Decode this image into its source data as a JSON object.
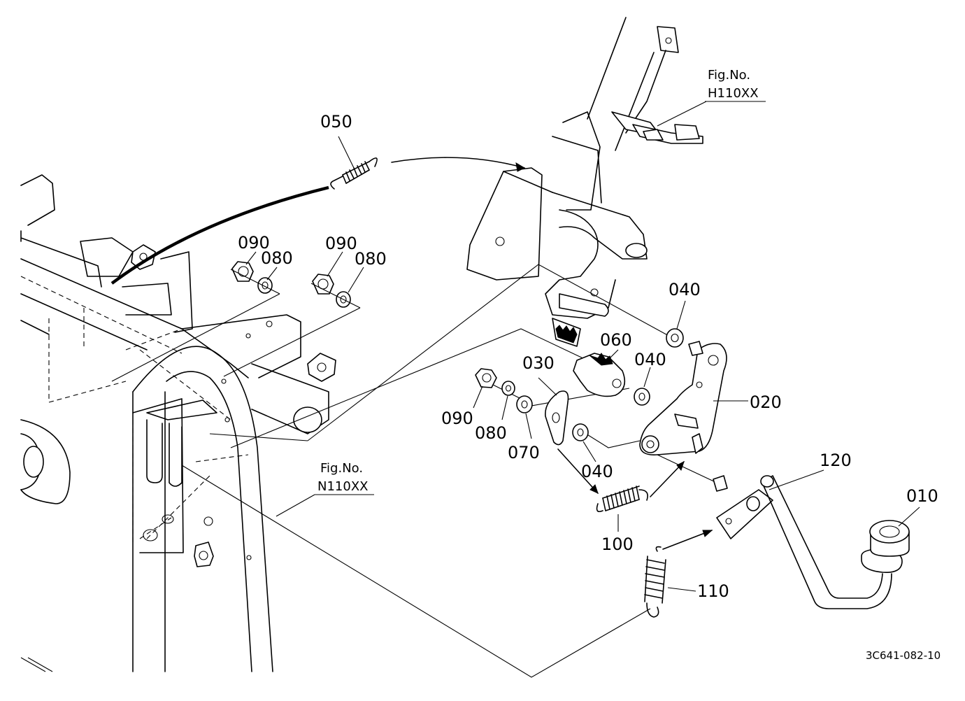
{
  "part_labels": {
    "p010": "010",
    "p020": "020",
    "p030": "030",
    "p040a": "040",
    "p040b": "040",
    "p040c": "040",
    "p050": "050",
    "p060": "060",
    "p070": "070",
    "p080a": "080",
    "p080b": "080",
    "p080c": "080",
    "p090a": "090",
    "p090b": "090",
    "p090c": "090",
    "p100": "100",
    "p110": "110",
    "p120": "120"
  },
  "figure_refs": {
    "upper": {
      "line1": "Fig.No.",
      "line2": "H110XX"
    },
    "lower": {
      "line1": "Fig.No.",
      "line2": "N110XX"
    }
  },
  "drawing_code": "3C641-082-10"
}
